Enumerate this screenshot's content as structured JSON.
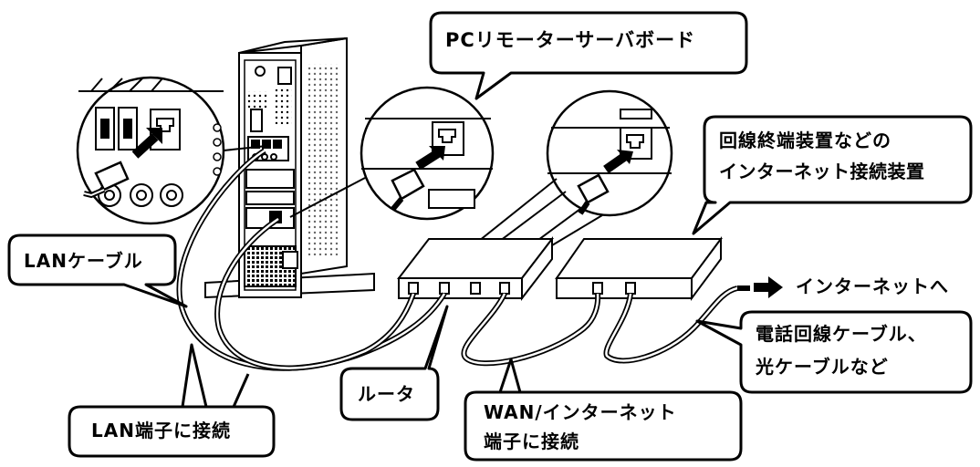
{
  "labels": {
    "pc_remote_board": "PCリモーターサーバボード",
    "ont_line1": "回線終端装置などの",
    "ont_line2": "インターネット接続装置",
    "lan_cable": "LANケーブル",
    "internet": "インターネットへ",
    "phone_line1": "電話回線ケーブル、",
    "phone_line2": "光ケーブルなど",
    "router": "ルータ",
    "wan_line1": "WAN/インターネット",
    "wan_line2": "端子に接続",
    "lan_port": "LAN端子に接続"
  },
  "colors": {
    "line": "#000000",
    "fill": "#ffffff",
    "shade": "#cfcfcf",
    "dark": "#1a1a1a"
  },
  "icons": {
    "internet_arrow": "arrow-right-icon"
  }
}
